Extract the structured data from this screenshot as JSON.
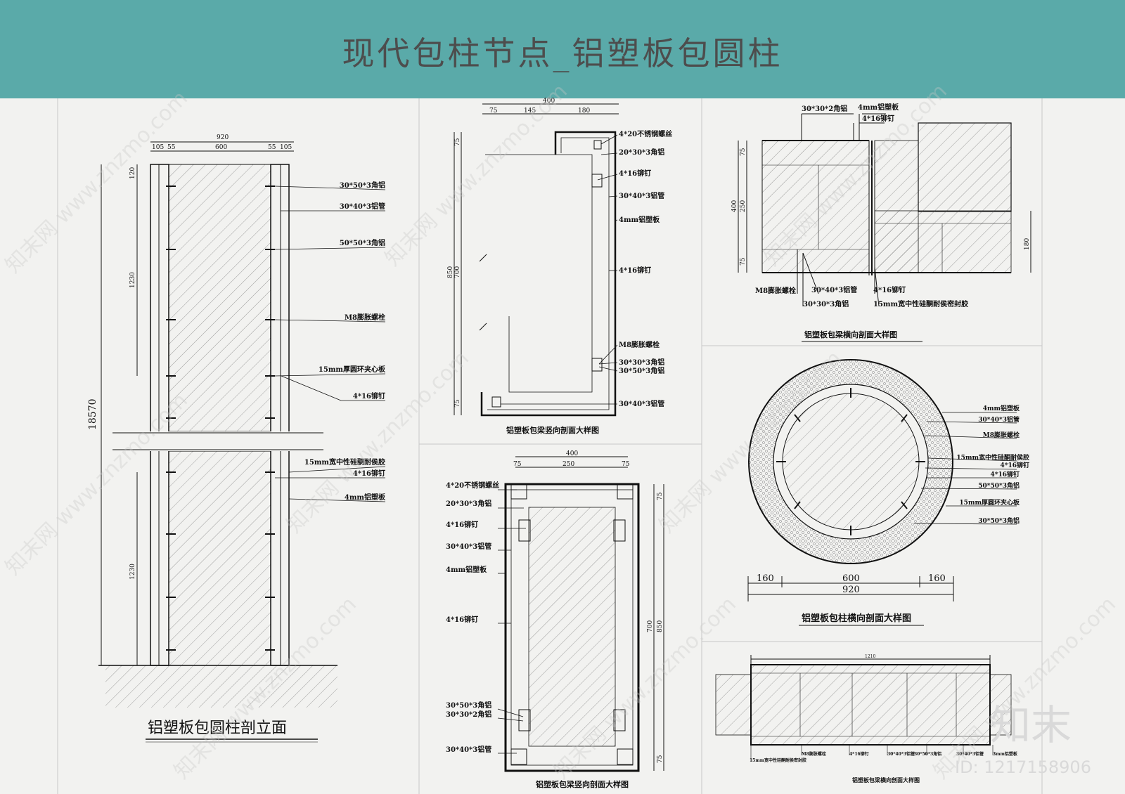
{
  "header": {
    "title": "现代包柱节点_铝塑板包圆柱",
    "bg": "#5aaaa9"
  },
  "elevation": {
    "caption": "铝塑板包圆柱剖立面",
    "total_height": "18570",
    "dims_top": [
      "920",
      "105",
      "55",
      "600",
      "55",
      "105"
    ],
    "dims_left": [
      "120",
      "1230",
      "1230"
    ],
    "labels": [
      "30*50*3角铝",
      "30*40*3铝管",
      "50*50*3角铝",
      "M8膨胀螺栓",
      "15mm厚圆环夹心板",
      "4*16铆钉",
      "15mm宽中性硅酮耐侯胶",
      "4*16铆钉",
      "4mm铝塑板"
    ]
  },
  "beam_vertical_1": {
    "caption": "铝塑板包梁竖向剖面大样图",
    "dims_top": [
      "400",
      "75",
      "145",
      "180"
    ],
    "dims_left": [
      "75",
      "850",
      "700",
      "75"
    ],
    "labels": [
      "4*20不锈钢螺丝",
      "20*30*3角铝",
      "4*16铆钉",
      "30*40*3铝管",
      "4mm铝塑板",
      "4*16铆钉",
      "M8膨胀螺栓",
      "30*30*3角铝",
      "30*50*3角铝",
      "30*40*3铝管"
    ]
  },
  "beam_horizontal_1": {
    "caption": "铝塑板包梁横向剖面大样图",
    "dims_left": [
      "75",
      "400",
      "250",
      "75"
    ],
    "dims_right": [
      "180"
    ],
    "labels_top": [
      "30*30*2角铝",
      "4mm铝塑板",
      "4*16铆钉"
    ],
    "labels_bottom": [
      "M8膨胀螺栓",
      "30*40*3铝管",
      "4*16铆钉",
      "30*30*3角铝",
      "15mm宽中性硅酮耐侯密封胶"
    ]
  },
  "column_section": {
    "caption": "铝塑板包柱横向剖面大样图",
    "dims": [
      "160",
      "600",
      "160",
      "920"
    ],
    "labels": [
      "4mm铝塑板",
      "30*40*3铝管",
      "M8膨胀螺栓",
      "15mm宽中性硅酮耐侯胶",
      "4*16铆钉",
      "4*16铆钉",
      "50*50*3角铝",
      "15mm厚圆环夹心板",
      "30*50*3角铝"
    ]
  },
  "beam_vertical_2": {
    "caption": "铝塑板包梁竖向剖面大样图",
    "dims_top": [
      "400",
      "75",
      "250",
      "75"
    ],
    "dims_right": [
      "75",
      "700",
      "850",
      "75"
    ],
    "labels": [
      "4*20不锈钢螺丝",
      "20*30*3角铝",
      "4*16铆钉",
      "30*40*3铝管",
      "4mm铝塑板",
      "4*16铆钉",
      "30*50*3角铝",
      "30*30*2角铝",
      "30*40*3铝管"
    ]
  },
  "beam_horizontal_2": {
    "caption": "铝塑板包梁横向剖面大样图",
    "dims": [
      "1210"
    ],
    "labels": [
      "15mm宽中性硅酮耐侯密封胶",
      "M8膨胀螺栓",
      "4*16铆钉",
      "30*40*3铝管",
      "30*50*3角铝",
      "30*40*3铝管",
      "3mm铝塑板"
    ]
  },
  "branding": {
    "logo": "知末",
    "id_text": "ID: 1217158906",
    "watermark": "知末网 www.znzmo.com"
  }
}
